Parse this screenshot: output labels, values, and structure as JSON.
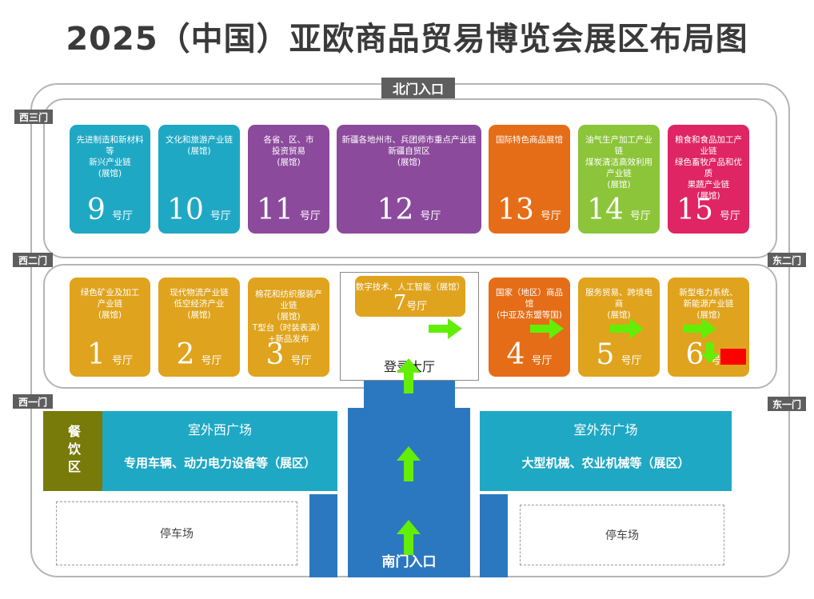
{
  "title": "2025（中国）亚欧商品贸易博览会展区布局图",
  "gates": {
    "north": "北门入口",
    "west3": "西三门",
    "west2": "西二门",
    "west1": "西一门",
    "east2": "东二门",
    "east1": "东一门",
    "south": "南门入口"
  },
  "unit": "号厅",
  "halls_top": [
    {
      "num": "9",
      "desc": "先进制造和新材料等\n新兴产业链\n(展馆)",
      "color": "#1fa8c4"
    },
    {
      "num": "10",
      "desc": "文化和旅游产业链\n(展馆)",
      "color": "#1fa8c4"
    },
    {
      "num": "11",
      "desc": "各省、区、市\n投资贸易\n(展馆)",
      "color": "#8b4a9c"
    },
    {
      "num": "12",
      "desc": "新疆各地州市、兵团师市重点产业链\n新疆自贸区\n(展馆)",
      "color": "#8b4a9c"
    },
    {
      "num": "13",
      "desc": "国际特色商品展馆",
      "color": "#e56d17"
    },
    {
      "num": "14",
      "desc": "油气生产加工产业链\n煤炭清洁高效利用\n产业链\n(展馆)",
      "color": "#8cc43a"
    },
    {
      "num": "15",
      "desc": "粮食和食品加工产业链\n绿色畜牧产品和优质\n果蔬产业链\n(展馆)",
      "color": "#df2563"
    }
  ],
  "halls_mid": [
    {
      "num": "1",
      "desc": "绿色矿业及加工\n产业链\n(展馆)",
      "color": "#dfa31d"
    },
    {
      "num": "2",
      "desc": "现代物流产业链\n低空经济产业\n(展馆)",
      "color": "#dfa31d"
    },
    {
      "num": "3",
      "desc": "棉花和纺织服装产业链\n(展馆)\nT型台（时装表演）\n+新品发布",
      "color": "#dfa31d"
    },
    {
      "num": "4",
      "desc": "国家（地区）商品馆\n(中亚及东盟等国)",
      "color": "#e56d17"
    },
    {
      "num": "5",
      "desc": "服务贸易、跨境电商\n(展馆)",
      "color": "#dfa31d"
    },
    {
      "num": "6",
      "desc": "新型电力系统、\n新能源产业链\n(展馆)",
      "color": "#dfa31d"
    }
  ],
  "hall7": {
    "num": "7",
    "desc": "数字技术、人工智能（展馆）"
  },
  "lobby": "登录大厅",
  "west_plaza": {
    "title": "室外西广场",
    "sub": "专用车辆、动力电力设备等（展区）"
  },
  "east_plaza": {
    "title": "室外东广场",
    "sub": "大型机械、农业机械等（展区）"
  },
  "dining": "餐饮区",
  "parking_west": "停车场",
  "parking_east": "停车场",
  "colors": {
    "teal": "#1fa8c4",
    "purple": "#8b4a9c",
    "orange": "#e56d17",
    "lime": "#8cc43a",
    "pink": "#df2563",
    "mustard": "#dfa31d",
    "blue": "#2b78c0",
    "olive": "#787a09",
    "gate_gray": "#5e5e5e",
    "arrow_green": "#63ee08",
    "marker_red": "#ff0000"
  }
}
